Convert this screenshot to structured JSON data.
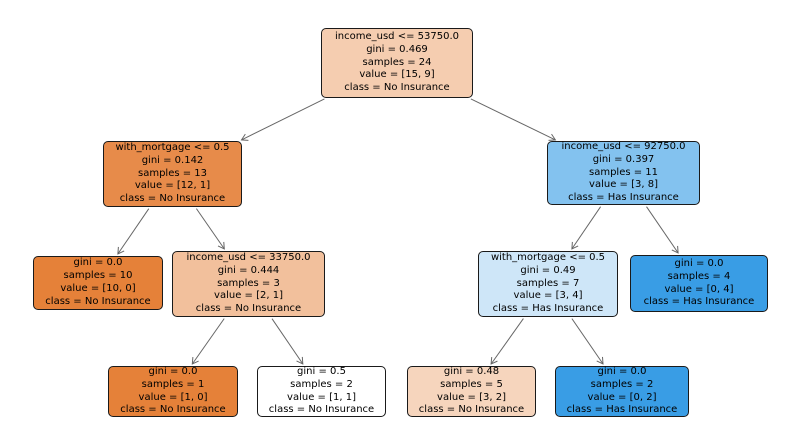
{
  "figure": {
    "background": "#ffffff",
    "type": "decision-tree-plot"
  },
  "tree": {
    "feature_names": [
      "income_usd",
      "with_mortgage"
    ],
    "class_names": [
      "No Insurance",
      "Has Insurance"
    ],
    "palette": {
      "class0_pure": "#e58139",
      "class1_pure": "#399de5",
      "node_border": "#1a1a1a",
      "edge_line": "#666666",
      "text": "#000000"
    },
    "nodes": {
      "root": {
        "fill": "#f5cdb0",
        "lines": [
          "income_usd <= 53750.0",
          "gini = 0.469",
          "samples = 24",
          "value = [15, 9]",
          "class = No Insurance"
        ]
      },
      "l1": {
        "fill": "#e78b4a",
        "lines": [
          "with_mortgage <= 0.5",
          "gini = 0.142",
          "samples = 13",
          "value = [12, 1]",
          "class = No Insurance"
        ]
      },
      "r1": {
        "fill": "#83c2ef",
        "lines": [
          "income_usd <= 92750.0",
          "gini = 0.397",
          "samples = 11",
          "value = [3, 8]",
          "class = Has Insurance"
        ]
      },
      "ll": {
        "fill": "#e58139",
        "lines": [
          "gini = 0.0",
          "samples = 10",
          "value = [10, 0]",
          "class = No Insurance"
        ]
      },
      "lr": {
        "fill": "#f2c09c",
        "lines": [
          "income_usd <= 33750.0",
          "gini = 0.444",
          "samples = 3",
          "value = [2, 1]",
          "class = No Insurance"
        ]
      },
      "rl": {
        "fill": "#cee6f8",
        "lines": [
          "with_mortgage <= 0.5",
          "gini = 0.49",
          "samples = 7",
          "value = [3, 4]",
          "class = Has Insurance"
        ]
      },
      "rr": {
        "fill": "#399de5",
        "lines": [
          "gini = 0.0",
          "samples = 4",
          "value = [0, 4]",
          "class = Has Insurance"
        ]
      },
      "a": {
        "fill": "#e58139",
        "lines": [
          "gini = 0.0",
          "samples = 1",
          "value = [1, 0]",
          "class = No Insurance"
        ]
      },
      "b": {
        "fill": "#ffffff",
        "lines": [
          "gini = 0.5",
          "samples = 2",
          "value = [1, 1]",
          "class = No Insurance"
        ]
      },
      "c": {
        "fill": "#f6d5bd",
        "lines": [
          "gini = 0.48",
          "samples = 5",
          "value = [3, 2]",
          "class = No Insurance"
        ]
      },
      "d": {
        "fill": "#399de5",
        "lines": [
          "gini = 0.0",
          "samples = 2",
          "value = [0, 2]",
          "class = Has Insurance"
        ]
      }
    },
    "edges": [
      {
        "from": "root",
        "to": "l1"
      },
      {
        "from": "root",
        "to": "r1"
      },
      {
        "from": "l1",
        "to": "ll"
      },
      {
        "from": "l1",
        "to": "lr"
      },
      {
        "from": "r1",
        "to": "rl"
      },
      {
        "from": "r1",
        "to": "rr"
      },
      {
        "from": "lr",
        "to": "a"
      },
      {
        "from": "lr",
        "to": "b"
      },
      {
        "from": "rl",
        "to": "c"
      },
      {
        "from": "rl",
        "to": "d"
      }
    ]
  }
}
